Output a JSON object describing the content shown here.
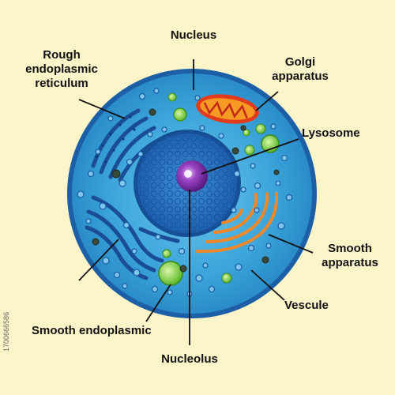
{
  "labels": {
    "nucleus": "Nucleus",
    "golgi_line1": "Golgi",
    "golgi_line2": "apparatus",
    "rough_line1": "Rough",
    "rough_line2": "endoplasmic",
    "rough_line3": "reticulum",
    "lysosome": "Lysosome",
    "smooth_app_line1": "Smooth",
    "smooth_app_line2": "apparatus",
    "vescule": "Vescule",
    "smooth_endo": "Smooth endoplasmic",
    "nucleolus": "Nucleolus"
  },
  "stock_id": "1700666586",
  "colors": {
    "background": "#fbf5c9",
    "cytoplasm": "#2f9bd3",
    "membrane": "#1d5fa6",
    "nucleus": "#1e6db5",
    "nucleolus": "#7a2fa0",
    "mitochondrion": "#f08a1c",
    "vesicle_green": "#7ed321",
    "smooth_er": "#f0882a"
  }
}
